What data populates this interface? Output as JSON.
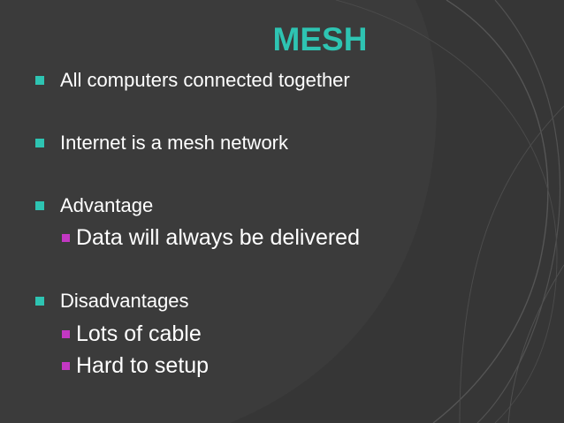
{
  "slide": {
    "title": "MESH",
    "colors": {
      "background": "#3b3b3b",
      "title": "#2ec4b2",
      "bullet_level1": "#2ec4b2",
      "bullet_level2": "#c338c3",
      "text": "#ffffff"
    },
    "bullets": [
      {
        "text": "All computers connected together",
        "sub": []
      },
      {
        "text": "Internet is a mesh network",
        "sub": []
      },
      {
        "text": "Advantage",
        "sub": [
          "Data will always be delivered"
        ]
      },
      {
        "text": "Disadvantages",
        "sub": [
          "Lots of cable",
          "Hard to setup"
        ]
      }
    ]
  }
}
